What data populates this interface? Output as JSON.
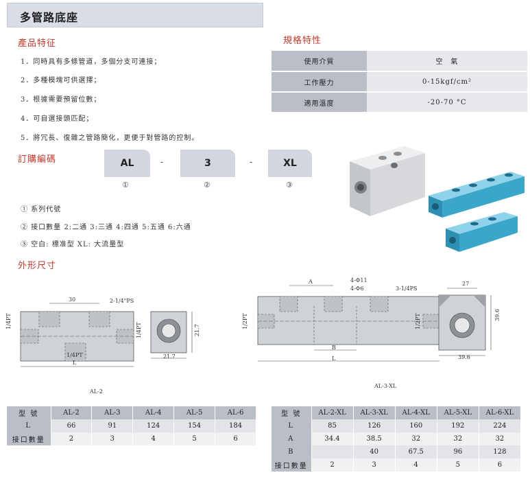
{
  "page_title": "多管路底座",
  "features": {
    "heading": "產品特征",
    "items": [
      "1．同時具有多條管道，多個分支可連接；",
      "2．多種模塊可供選擇；",
      "3．根據需要預留位數；",
      "4．可自選接頭匹配；",
      "5．將冗長、復雜之管路簡化，更便于對管路的控制。"
    ]
  },
  "specs": {
    "heading": "規格特性",
    "rows": [
      {
        "label": "使用介質",
        "value": "空　氣"
      },
      {
        "label": "工作壓力",
        "value": "0-15kgf/cm²"
      },
      {
        "label": "適用溫度",
        "value": "-20-70 °C"
      }
    ]
  },
  "order": {
    "heading": "訂購編碼",
    "codes": [
      "AL",
      "3",
      "XL"
    ],
    "separators": [
      "-",
      "-"
    ],
    "markers": [
      "①",
      "②",
      "③"
    ],
    "notes": [
      "①  系列代號",
      "②  接口數量  2:二通  3:三通  4:四通  5:五通  6:六通",
      "③   空白:  標准型    XL:  大流量型"
    ]
  },
  "dimensions": {
    "heading": "外形尺寸",
    "drawing_al2": {
      "caption": "AL-2",
      "labels": {
        "top": "30",
        "port": "2-1/4\"PS",
        "left": "1/4PT",
        "right": "1/4PT",
        "bottom": "1/4PT",
        "length": "L"
      },
      "side": {
        "height": "21.7",
        "width": "21.7"
      }
    },
    "drawing_al3xl": {
      "caption": "AL-3-XL",
      "labels": {
        "a": "A",
        "hole1": "4-Φ11",
        "hole2": "4-Φ6",
        "port": "3-1/4PS",
        "left": "1/2PT",
        "right": "1/2PT",
        "b": "B",
        "length": "L"
      },
      "side": {
        "top": "27",
        "height": "39.6",
        "width": "39.6"
      }
    }
  },
  "table_al": {
    "headers": [
      "型 號",
      "AL-2",
      "AL-3",
      "AL-4",
      "AL-5",
      "AL-6"
    ],
    "rows": [
      [
        "L",
        "66",
        "91",
        "124",
        "154",
        "184"
      ],
      [
        "接口數量",
        "2",
        "3",
        "4",
        "5",
        "6"
      ]
    ]
  },
  "table_xl": {
    "headers": [
      "型 號",
      "AL-2-XL",
      "AL-3-XL",
      "AL-4-XL",
      "AL-5-XL",
      "AL-6-XL"
    ],
    "rows": [
      [
        "L",
        "85",
        "126",
        "160",
        "192",
        "224"
      ],
      [
        "A",
        "34.4",
        "38.5",
        "32",
        "32",
        "32"
      ],
      [
        "B",
        "",
        "40",
        "67.5",
        "96",
        "128"
      ],
      [
        "接口數量",
        "2",
        "3",
        "4",
        "5",
        "6"
      ]
    ]
  },
  "colors": {
    "accent_red": "#c0392b",
    "block_gray": "#d2d6de",
    "manifold_blue": "#3aa6c9",
    "manifold_silver": "#d8dadd"
  }
}
